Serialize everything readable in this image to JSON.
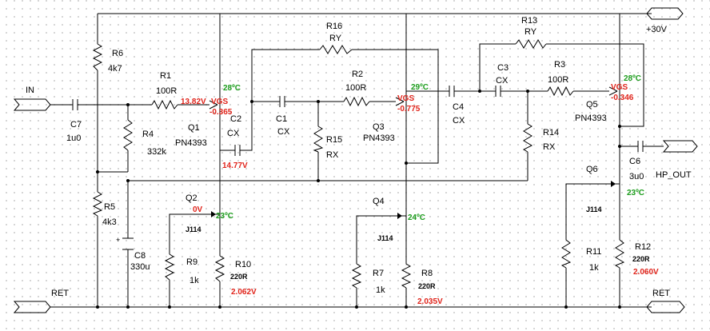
{
  "ports": {
    "in": "IN",
    "supply": "+30V",
    "out": "HP_OUT",
    "ret_left": "RET",
    "ret_right": "RET"
  },
  "parts": {
    "R6": {
      "name": "R6",
      "value": "4k7"
    },
    "R1": {
      "name": "R1",
      "value": "100R"
    },
    "R16": {
      "name": "R16",
      "value": "RY"
    },
    "R2": {
      "name": "R2",
      "value": "100R"
    },
    "R13": {
      "name": "R13",
      "value": "RY"
    },
    "R3": {
      "name": "R3",
      "value": "100R"
    },
    "C7": {
      "name": "C7",
      "value": "1u0"
    },
    "R4": {
      "name": "R4",
      "value": "332k"
    },
    "R5": {
      "name": "R5",
      "value": "4k3"
    },
    "C8": {
      "name": "C8",
      "value": "330u"
    },
    "Q1": {
      "name": "Q1",
      "value": "PN4393"
    },
    "C2": {
      "name": "C2",
      "value": "CX"
    },
    "C1": {
      "name": "C1",
      "value": "CX"
    },
    "R15": {
      "name": "R15",
      "value": "RX"
    },
    "Q3": {
      "name": "Q3",
      "value": "PN4393"
    },
    "C3": {
      "name": "C3",
      "value": "CX"
    },
    "C4": {
      "name": "C4",
      "value": "CX"
    },
    "R14": {
      "name": "R14",
      "value": "RX"
    },
    "Q5": {
      "name": "Q5",
      "value": "PN4393"
    },
    "C6": {
      "name": "C6",
      "value": "3u0"
    },
    "Q6": {
      "name": "Q6",
      "value": "J114"
    },
    "Q2": {
      "name": "Q2",
      "value": "J114"
    },
    "R9": {
      "name": "R9",
      "value": "1k"
    },
    "R10": {
      "name": "R10",
      "value": "220R"
    },
    "Q4": {
      "name": "Q4",
      "value": "J114"
    },
    "R7": {
      "name": "R7",
      "value": "1k"
    },
    "R8": {
      "name": "R8",
      "value": "220R"
    },
    "R11": {
      "name": "R11",
      "value": "1k"
    },
    "R12": {
      "name": "R12",
      "value": "220R"
    }
  },
  "readings": {
    "q1_temp": "28ºC",
    "q1_v": "13.82V",
    "q1_vgs_label": "VGS",
    "q1_vgs": "-0.365",
    "c2_v": "14.77V",
    "q3_temp": "29ºC",
    "q3_vgs_label": "VGS",
    "q3_vgs": "-0.775",
    "q5_temp": "28ºC",
    "q5_vgs_label": "VGS",
    "q5_vgs": "-0.346",
    "q2_v": "0V",
    "q2_temp": "23ºC",
    "q4_temp": "24ºC",
    "q6_temp": "23ºC",
    "r10_v": "2.062V",
    "r8_v": "2.035V",
    "r12_v": "2.060V"
  },
  "colors": {
    "red": "#e0241b",
    "green": "#1c9c1c"
  }
}
